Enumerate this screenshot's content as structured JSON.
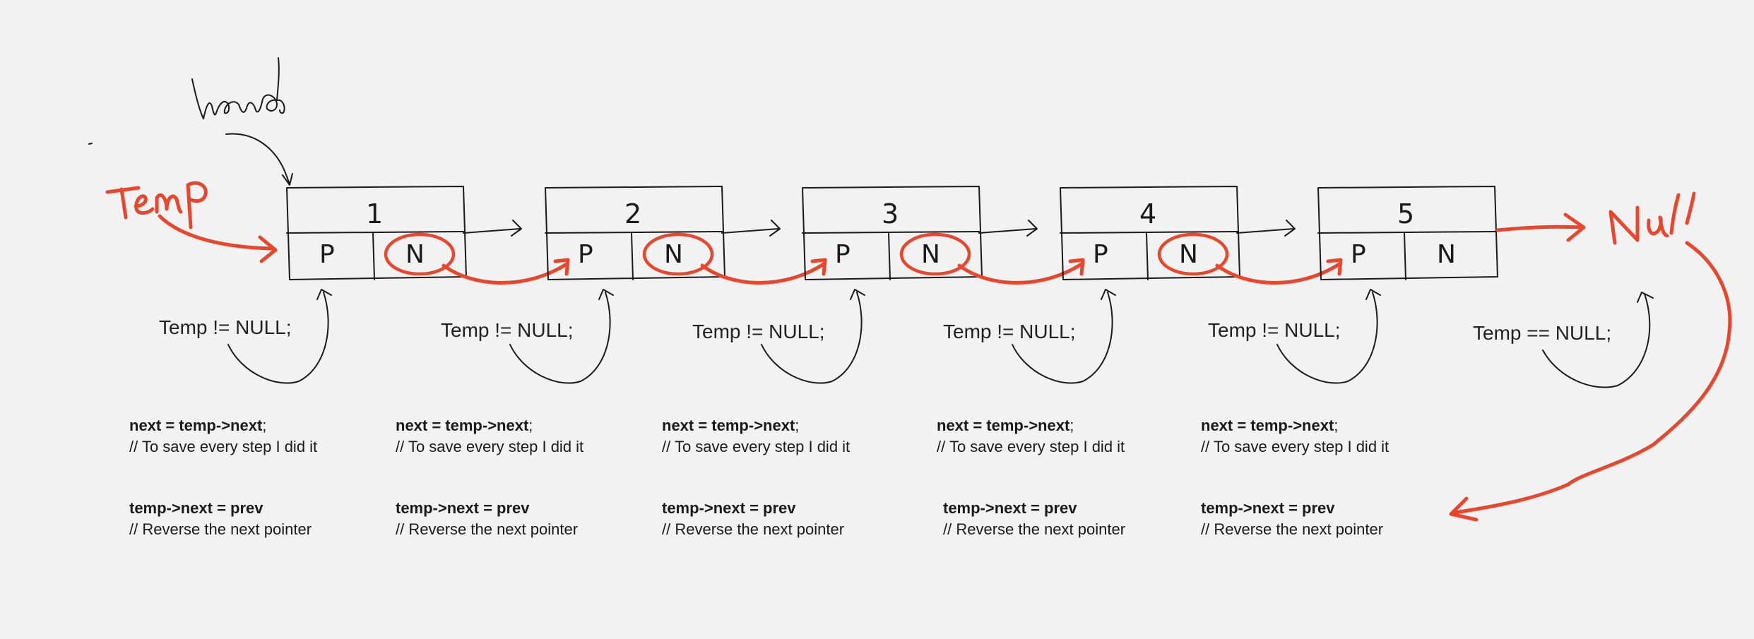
{
  "labels": {
    "head": "head",
    "temp": "Temp",
    "null": "Null",
    "prev_field": "P",
    "next_field": "N"
  },
  "nodes": [
    {
      "value": "1",
      "condition": "Temp != NULL;",
      "step_code": "next = temp->next",
      "step_semicolon": ";",
      "step_comment": "// To save every step I did it",
      "reverse_code": "temp->next = prev",
      "reverse_comment": "// Reverse the next pointer"
    },
    {
      "value": "2",
      "condition": "Temp != NULL;",
      "step_code": "next = temp->next",
      "step_semicolon": ";",
      "step_comment": "// To save every step I did it",
      "reverse_code": "temp->next = prev",
      "reverse_comment": "// Reverse the next pointer"
    },
    {
      "value": "3",
      "condition": "Temp != NULL;",
      "step_code": "next = temp->next",
      "step_semicolon": ";",
      "step_comment": "// To save every step I did it",
      "reverse_code": "temp->next = prev",
      "reverse_comment": "// Reverse the next pointer"
    },
    {
      "value": "4",
      "condition": "Temp != NULL;",
      "step_code": "next = temp->next",
      "step_semicolon": ";",
      "step_comment": "// To save every step I did it",
      "reverse_code": "temp->next = prev",
      "reverse_comment": "// Reverse the next pointer"
    },
    {
      "value": "5",
      "condition": "Temp != NULL;",
      "step_code": "next = temp->next",
      "step_semicolon": ";",
      "step_comment": "// To save every step I did it",
      "reverse_code": "temp->next = prev",
      "reverse_comment": "// Reverse the next pointer"
    }
  ],
  "final_condition": "Temp == NULL;",
  "colors": {
    "ink": "#1a1a1a",
    "accent": "#e8472d",
    "background": "#f2f2f2"
  }
}
